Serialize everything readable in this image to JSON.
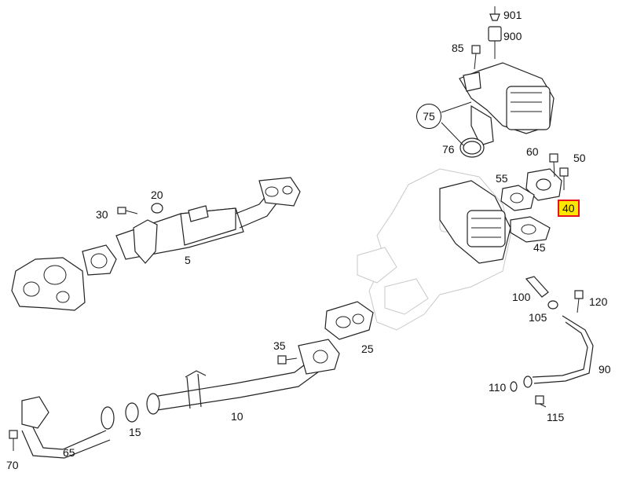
{
  "diagram": {
    "callouts": [
      {
        "id": "901",
        "label": "901"
      },
      {
        "id": "900",
        "label": "900"
      },
      {
        "id": "85",
        "label": "85"
      },
      {
        "id": "75",
        "label": "75"
      },
      {
        "id": "76",
        "label": "76"
      },
      {
        "id": "60",
        "label": "60"
      },
      {
        "id": "50",
        "label": "50"
      },
      {
        "id": "55",
        "label": "55"
      },
      {
        "id": "40",
        "label": "40",
        "highlighted": true
      },
      {
        "id": "45",
        "label": "45"
      },
      {
        "id": "20",
        "label": "20"
      },
      {
        "id": "30",
        "label": "30"
      },
      {
        "id": "5",
        "label": "5"
      },
      {
        "id": "100",
        "label": "100"
      },
      {
        "id": "120",
        "label": "120"
      },
      {
        "id": "105",
        "label": "105"
      },
      {
        "id": "25",
        "label": "25"
      },
      {
        "id": "35",
        "label": "35"
      },
      {
        "id": "90",
        "label": "90"
      },
      {
        "id": "110",
        "label": "110"
      },
      {
        "id": "115",
        "label": "115"
      },
      {
        "id": "10",
        "label": "10"
      },
      {
        "id": "15",
        "label": "15"
      },
      {
        "id": "65",
        "label": "65"
      },
      {
        "id": "70",
        "label": "70"
      }
    ],
    "highlight_colors": {
      "fill": "#ffe600",
      "border": "#e8101b"
    }
  }
}
